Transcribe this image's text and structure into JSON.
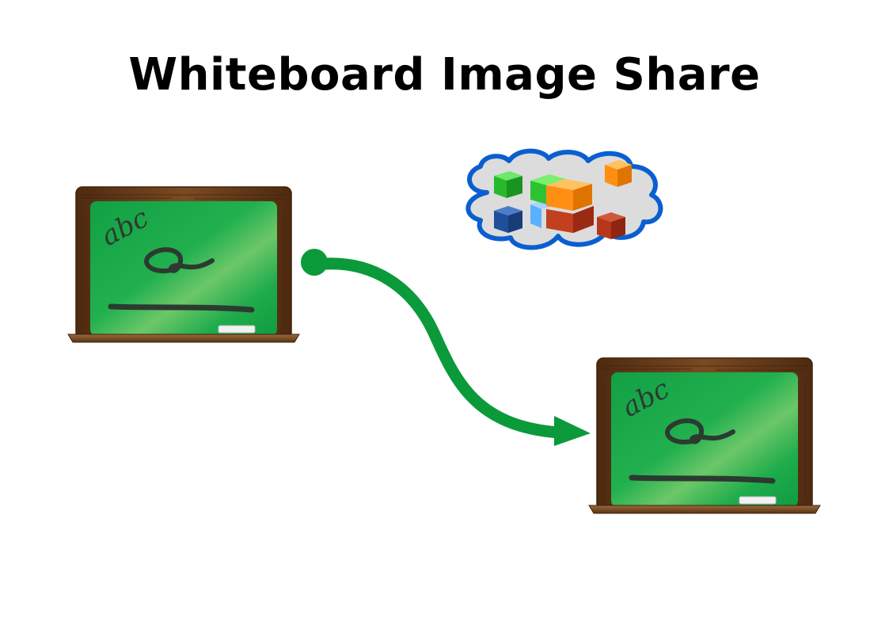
{
  "title": "Whiteboard Image Share",
  "boards": [
    {
      "id": "source",
      "text": "abc"
    },
    {
      "id": "target",
      "text": "abc"
    }
  ],
  "colors": {
    "board_green": "#1aa34a",
    "frame_brown": "#6b3f1c",
    "arrow_green": "#0b9a3a",
    "cloud_outline": "#0a5fd0",
    "cloud_fill": "#dcdcdc"
  },
  "icons": [
    "chalkboard-icon",
    "cloud-icon",
    "cubes-icon",
    "arrow-icon"
  ]
}
